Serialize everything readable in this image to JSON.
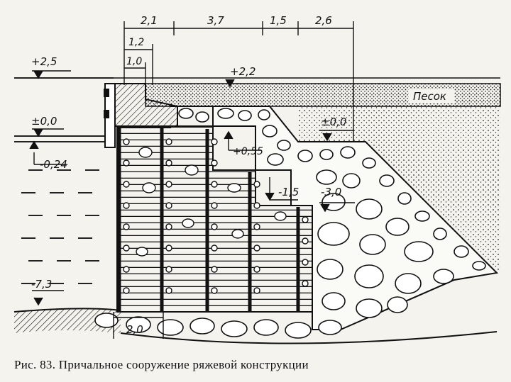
{
  "figure": {
    "caption": "Рис. 83. Причальное сооружение ряжевой конструкции",
    "top_dimensions": [
      "2,1",
      "3,7",
      "1,5",
      "2,6"
    ],
    "sub_dimensions": [
      "1,2",
      "1,0"
    ],
    "base_dimension": "2,0",
    "elevations": {
      "left_top": "+2,5",
      "surface": "+2,2",
      "water_zero": "±0,0",
      "sand_zero": "±0,0",
      "step1": "+0,55",
      "water_low": "-0,24",
      "step2": "-1,5",
      "step3": "-3,0",
      "bottom": "-7,3"
    },
    "material_label": "Песок"
  }
}
